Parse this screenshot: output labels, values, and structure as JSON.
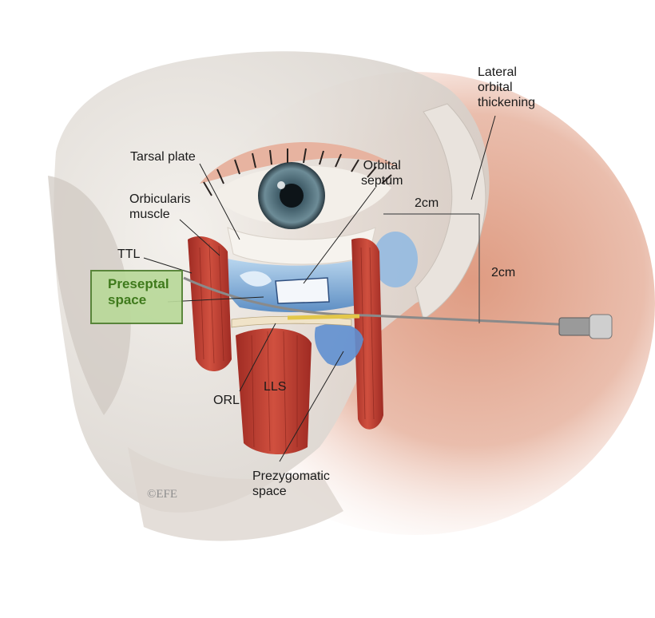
{
  "labels": {
    "tarsal_plate": "Tarsal plate",
    "orbital_septum": "Orbital\nseptum",
    "orbicularis_muscle": "Orbicularis\nmuscle",
    "ttl": "TTL",
    "preseptal_space": "Preseptal\nspace",
    "lateral_orbital_thickening": "Lateral\norbital\nthickening",
    "horizontal_distance": "2cm",
    "vertical_distance": "2cm",
    "orl": "ORL",
    "lls": "LLS",
    "prezygomatic_space": "Prezygomatic\nspace",
    "copyright": "©EFE"
  },
  "colors": {
    "highlight_fill": "#b9d99a",
    "highlight_border": "#4f7f2e",
    "highlight_text": "#3f7a1c",
    "muscle": "#c0392b",
    "fat_space": "#7fb2e0",
    "skin": "#e8b9a8",
    "bone": "#e6e1dc"
  }
}
